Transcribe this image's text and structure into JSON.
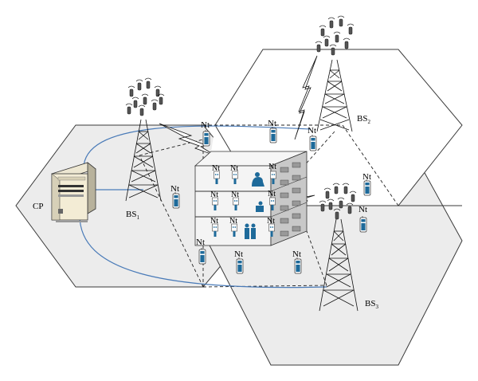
{
  "labels": {
    "cp": "CP",
    "bs1": "BS",
    "bs1_sub": "1",
    "bs2": "BS",
    "bs2_sub": "2",
    "bs3": "BS",
    "bs3_sub": "3",
    "nt": "Nt"
  },
  "colors": {
    "cell_fill": "#ececec",
    "cell_stroke": "#3a3a3a",
    "backhaul_line": "#4a7bb8",
    "device_blue": "#1e6a9a",
    "building_wall": "#f4f4f4",
    "building_side": "#c8c8c8"
  },
  "icons": {
    "server": "server-icon",
    "tower": "cell-tower-icon",
    "terminal": "mobile-terminal-icon",
    "lightning": "wireless-link-icon"
  }
}
